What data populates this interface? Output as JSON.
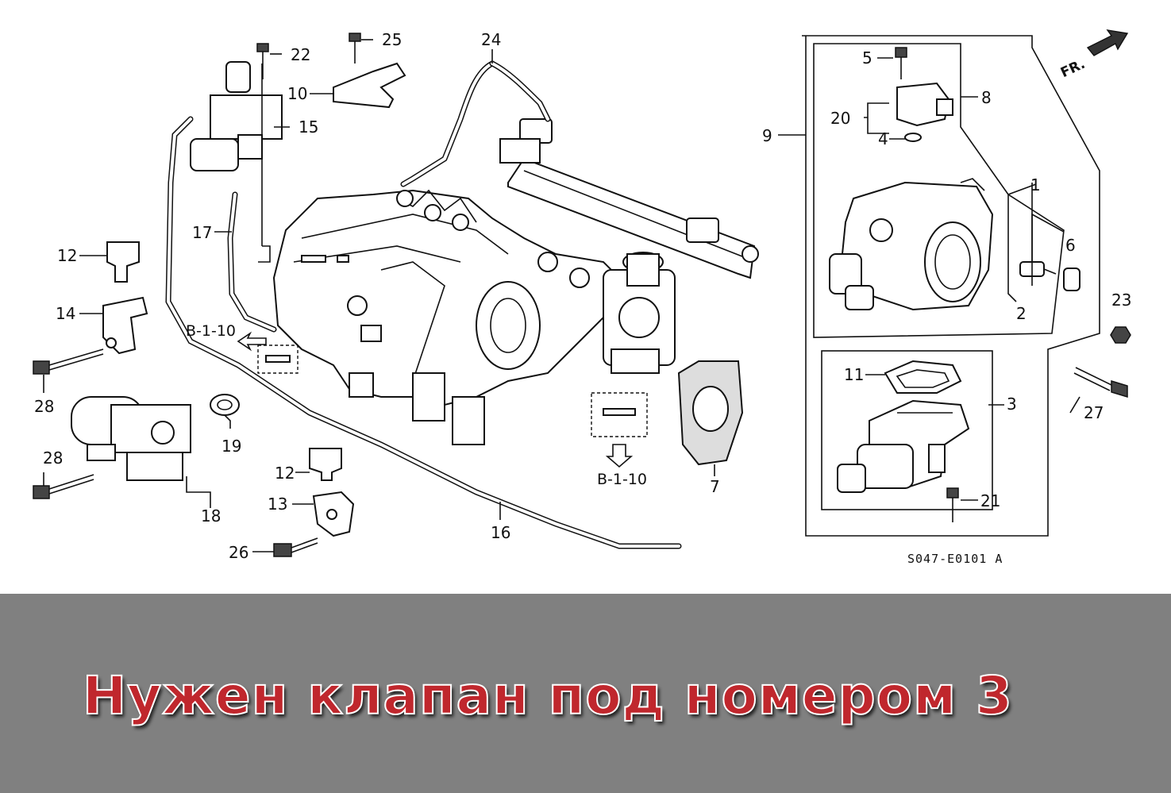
{
  "diagram": {
    "labels": {
      "l1": "1",
      "l2": "2",
      "l3": "3",
      "l4": "4",
      "l5": "5",
      "l6": "6",
      "l7": "7",
      "l8": "8",
      "l9": "9",
      "l10": "10",
      "l11": "11",
      "l12a": "12",
      "l12b": "12",
      "l13": "13",
      "l14": "14",
      "l15": "15",
      "l16": "16",
      "l17": "17",
      "l18": "18",
      "l19": "19",
      "l20": "20",
      "l21": "21",
      "l22": "22",
      "l23": "23",
      "l24": "24",
      "l25": "25",
      "l26": "26",
      "l27": "27",
      "l28a": "28",
      "l28b": "28"
    },
    "refs": {
      "ref_left": "B-1-10",
      "ref_bottom": "B-1-10"
    },
    "fr_label": "FR.",
    "code": "S047-E0101 A"
  },
  "banner": {
    "caption": "Нужен клапан под номером 3",
    "caption_color": "#c0272d",
    "background": "#808080"
  }
}
